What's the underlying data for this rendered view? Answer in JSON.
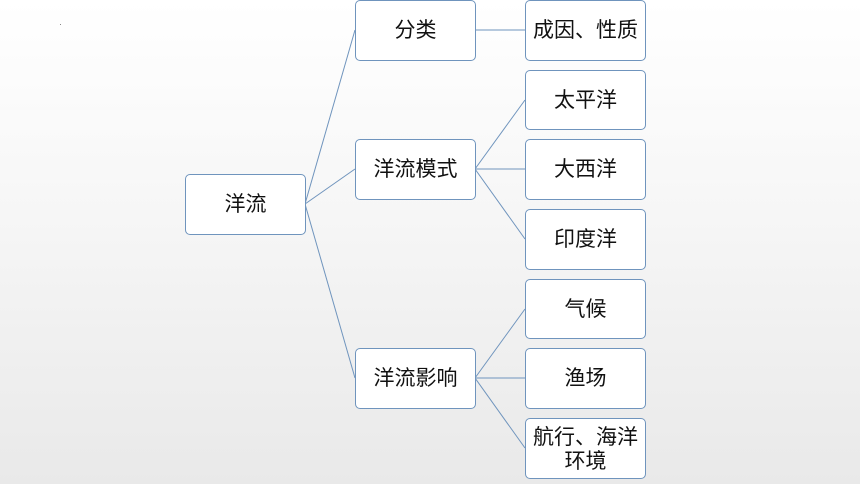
{
  "colors": {
    "node_border": "#6f94bd",
    "connector": "#6f94bd",
    "node_fill": "#ffffff"
  },
  "root": {
    "label": "洋流"
  },
  "branches": [
    {
      "label": "分类",
      "children": [
        {
          "label": "成因、性质"
        }
      ]
    },
    {
      "label": "洋流模式",
      "children": [
        {
          "label": "太平洋"
        },
        {
          "label": "大西洋"
        },
        {
          "label": "印度洋"
        }
      ]
    },
    {
      "label": "洋流影响",
      "children": [
        {
          "label": "气候"
        },
        {
          "label": "渔场"
        },
        {
          "label": "航行、海洋环境"
        }
      ]
    }
  ]
}
